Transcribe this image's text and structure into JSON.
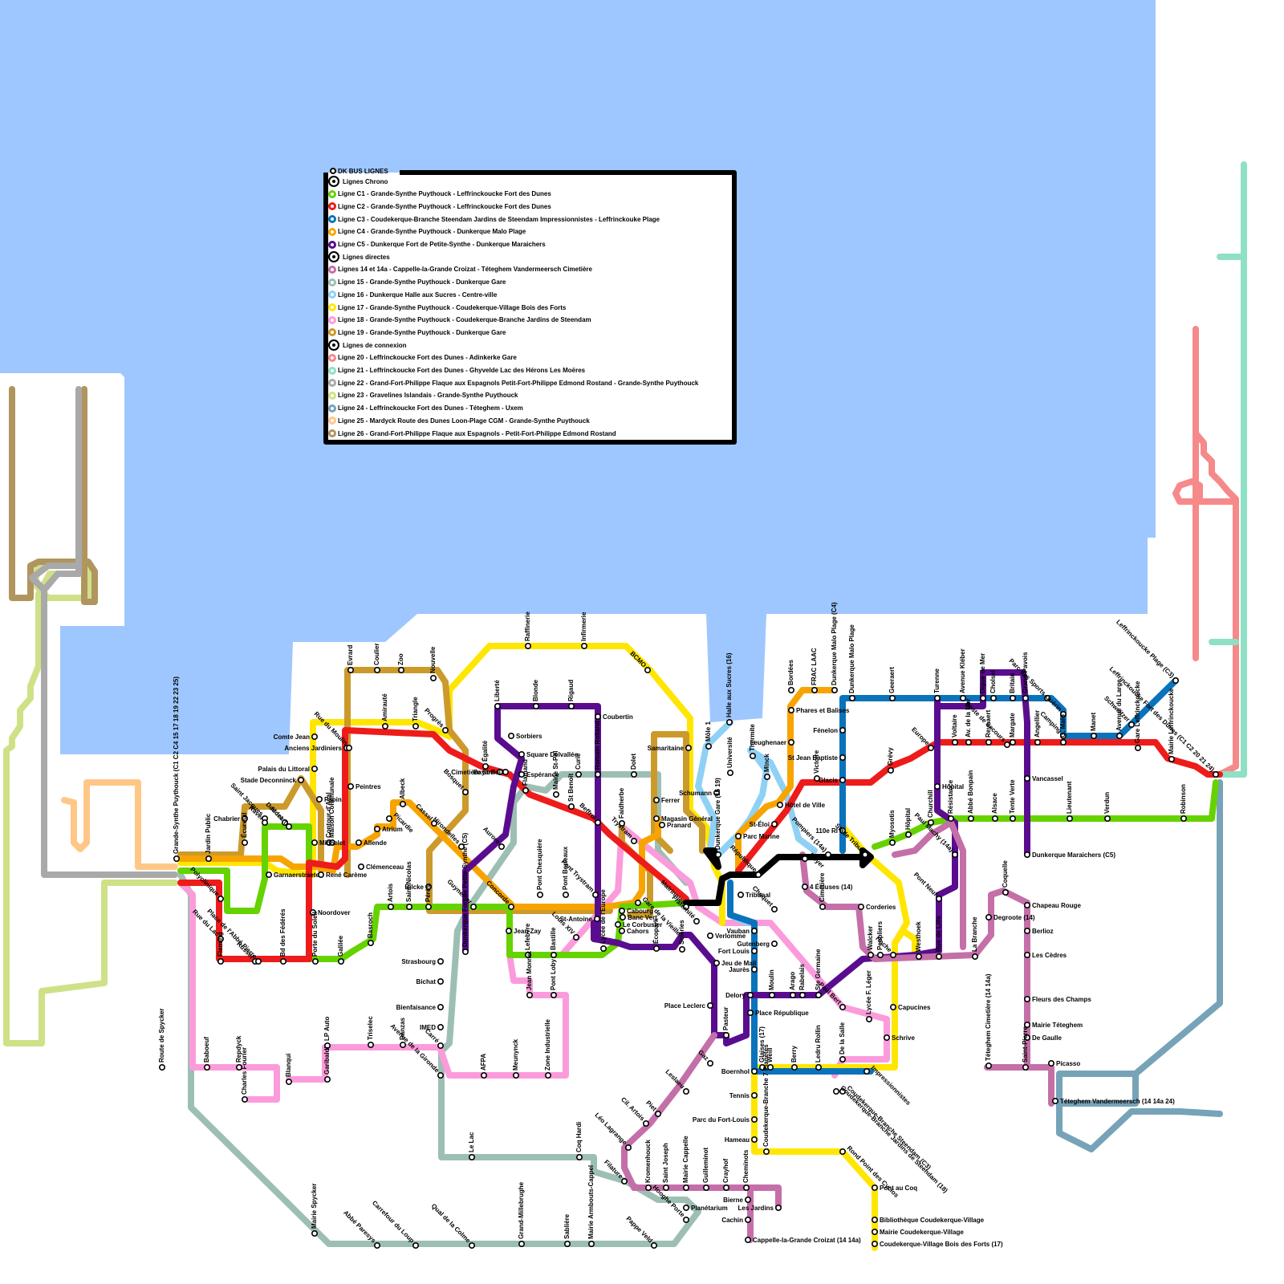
{
  "colors": {
    "sea": "#9ec7ff",
    "land": "#ffffff",
    "c1": "#66d200",
    "c2": "#ee1b1b",
    "c3": "#0a73bb",
    "c4": "#f7a400",
    "c5": "#5a0c8e",
    "l14": "#c46fa8",
    "l15": "#9dbfb3",
    "l16": "#8fd1f5",
    "l17": "#ffe600",
    "l18": "#fb9bdc",
    "l19": "#cc9a2b",
    "l20": "#f6898a",
    "l21": "#8fe0c4",
    "l22": "#a9a9a9",
    "l23": "#cfe187",
    "l24": "#76a3b8",
    "l25": "#ffc787",
    "l26": "#b0955f",
    "connector": "#000000"
  },
  "legend": {
    "title": "DK BUS LIGNES",
    "items": [
      {
        "label": "Lignes Chrono",
        "color": "#000000",
        "head": true
      },
      {
        "label": "Ligne C1 - Grande-Synthe Puythouck - Leffrinckoucke Fort des Dunes",
        "color": "#66d200"
      },
      {
        "label": "Ligne C2 - Grande-Synthe Puythouck - Leffrinckoucke Fort des Dunes",
        "color": "#ee1b1b"
      },
      {
        "label": "Ligne C3 - Coudekerque-Branche Steendam Jardins de Steendam Impressionnistes - Leffrinckouke Plage",
        "color": "#0a73bb"
      },
      {
        "label": "Ligne C4 - Grande-Synthe Puythouck - Dunkerque Malo Plage",
        "color": "#f7a400"
      },
      {
        "label": "Ligne C5 - Dunkerque Fort de Petite-Synthe - Dunkerque Maraichers",
        "color": "#5a0c8e"
      },
      {
        "label": "Lignes directes",
        "color": "#000000",
        "head": true
      },
      {
        "label": "Lignes 14 et 14a - Cappelle-la-Grande Croizat - Téteghem Vandermeersch Cimetière",
        "color": "#c46fa8"
      },
      {
        "label": "Ligne 15 - Grande-Synthe Puythouck - Dunkerque Gare",
        "color": "#9dbfb3"
      },
      {
        "label": "Ligne 16 - Dunkerque Halle aux Sucres - Centre-ville",
        "color": "#8fd1f5"
      },
      {
        "label": "Ligne 17 - Grande-Synthe Puythouck - Coudekerque-Village Bois des Forts",
        "color": "#ffe600"
      },
      {
        "label": "Ligne 18 - Grande-Synthe Puythouck - Coudekerque-Branche Jardins de Steendam",
        "color": "#fb9bdc"
      },
      {
        "label": "Ligne 19 - Grande-Synthe Puythouck - Dunkerque Gare",
        "color": "#cc9a2b"
      },
      {
        "label": "Lignes de connexion",
        "color": "#000000",
        "head": true
      },
      {
        "label": "Ligne 20 - Leffrinckoucke Fort des Dunes - Adinkerke Gare",
        "color": "#f6898a"
      },
      {
        "label": "Ligne 21 - Leffrinckoucke Fort des Dunes - Ghyvelde Lac des Hérons Les Moëres",
        "color": "#8fe0c4"
      },
      {
        "label": "Ligne 22 - Grand-Fort-Philippe Flaque aux Espagnols Petit-Fort-Philippe Edmond Rostand - Grande-Synthe Puythouck",
        "color": "#a9a9a9"
      },
      {
        "label": "Ligne 23 - Gravelines Islandais - Grande-Synthe Puythouck",
        "color": "#cfe187"
      },
      {
        "label": "Ligne 24 - Leffrinckoucke Fort des Dunes - Téteghem - Uxem",
        "color": "#76a3b8"
      },
      {
        "label": "Ligne 25 - Mardyck Route des Dunes Loon-Plage CGM - Grande-Synthe Puythouck",
        "color": "#ffc787"
      },
      {
        "label": "Ligne 26 - Grand-Fort-Philippe Flaque aux Espagnols - Petit-Fort-Philippe Edmond Rostand",
        "color": "#b0955f"
      }
    ]
  },
  "stops": [
    {
      "name": "Grande-Synthe Puythouck (C1 C2 C4 15 17 18 19 22 23 25)",
      "rot": true
    },
    {
      "name": "Jardin Public",
      "rot": true
    },
    {
      "name": "Écureuil",
      "rot": true
    },
    {
      "name": "Chabrier"
    },
    {
      "name": "Saint Jacques"
    },
    {
      "name": "Ravel"
    },
    {
      "name": "Daudet"
    },
    {
      "name": "Mozart"
    },
    {
      "name": "Stade Deconninck"
    },
    {
      "name": "Palais du Littoral"
    },
    {
      "name": "Anciens Jardiniers"
    },
    {
      "name": "Comte Jean"
    },
    {
      "name": "Contour d'Aval",
      "rot": true
    },
    {
      "name": "Papin"
    },
    {
      "name": "Michelet"
    },
    {
      "name": "Maison Communale",
      "rot": true
    },
    {
      "name": "René Carème"
    },
    {
      "name": "Garnaerstraete"
    },
    {
      "name": "Noordover"
    },
    {
      "name": "Polyclinique"
    },
    {
      "name": "Rue du Lac"
    },
    {
      "name": "Fleming",
      "rot": true
    },
    {
      "name": "Russel"
    },
    {
      "name": "Place de l'Abbé Pierre"
    },
    {
      "name": "Bd des Fédérés",
      "rot": true
    },
    {
      "name": "Porte du Soleil",
      "rot": true
    },
    {
      "name": "Galilée",
      "rot": true
    },
    {
      "name": "Basroch",
      "rot": true
    },
    {
      "name": "Evrard",
      "rot": true
    },
    {
      "name": "Coulier",
      "rot": true
    },
    {
      "name": "Zoo",
      "rot": true
    },
    {
      "name": "Nouvelle",
      "rot": true
    },
    {
      "name": "Amirauté",
      "rot": true
    },
    {
      "name": "Triangle",
      "rot": true
    },
    {
      "name": "Progrès"
    },
    {
      "name": "Rue du Moulin"
    },
    {
      "name": "Peintres"
    },
    {
      "name": "Atrium"
    },
    {
      "name": "Allende"
    },
    {
      "name": "Clémenceau"
    },
    {
      "name": "Picardie"
    },
    {
      "name": "Albeck",
      "rot": true
    },
    {
      "name": "Cassel"
    },
    {
      "name": "Bosquet"
    },
    {
      "name": "Bilcke"
    },
    {
      "name": "Artois",
      "rot": true
    },
    {
      "name": "Saint-Nicolas",
      "rot": true
    },
    {
      "name": "Pérès",
      "rot": true
    },
    {
      "name": "Strasbourg"
    },
    {
      "name": "Bichat"
    },
    {
      "name": "Bienfaisance"
    },
    {
      "name": "IMED"
    },
    {
      "name": "Carré"
    },
    {
      "name": "Avenue de la Gironde"
    },
    {
      "name": "Raffinerie",
      "rot": true
    },
    {
      "name": "Infirmerie",
      "rot": true
    },
    {
      "name": "BCMO"
    },
    {
      "name": "Liberté",
      "rot": true
    },
    {
      "name": "Blonde",
      "rot": true
    },
    {
      "name": "Rigaud",
      "rot": true
    },
    {
      "name": "Coubertin"
    },
    {
      "name": "Sorbiers"
    },
    {
      "name": "Square Delvallée"
    },
    {
      "name": "Égalité",
      "rot": true
    },
    {
      "name": "Bayard"
    },
    {
      "name": "Cimetière St-Pol"
    },
    {
      "name": "Espérance"
    },
    {
      "name": "Flamand",
      "rot": true
    },
    {
      "name": "Curie",
      "rot": true
    },
    {
      "name": "Romain Rolland",
      "rot": true
    },
    {
      "name": "Dolet",
      "rot": true
    },
    {
      "name": "Mairie St-Pol",
      "rot": true
    },
    {
      "name": "St Benoît",
      "rot": true
    },
    {
      "name": "Faidherbe",
      "rot": true
    },
    {
      "name": "Trystram"
    },
    {
      "name": "Beffroi"
    },
    {
      "name": "Hirondelles"
    },
    {
      "name": "Aurore"
    },
    {
      "name": "Guynemer"
    },
    {
      "name": "Concorde"
    },
    {
      "name": "Pont Chesquière",
      "rot": true
    },
    {
      "name": "Pont Berteaux",
      "rot": true
    },
    {
      "name": "Pont Trystram"
    },
    {
      "name": "Gare de la Vieille"
    },
    {
      "name": "Cabourg"
    },
    {
      "name": "Banc Vert"
    },
    {
      "name": "Le Corbusier"
    },
    {
      "name": "Cahors"
    },
    {
      "name": "St-Antoine"
    },
    {
      "name": "Jean Zay"
    },
    {
      "name": "Louis XIV"
    },
    {
      "name": "Lefebvre",
      "rot": true
    },
    {
      "name": "Bastille",
      "rot": true
    },
    {
      "name": "Lycée de l'Europe",
      "rot": true
    },
    {
      "name": "Écopark",
      "rot": true
    },
    {
      "name": "Sciéries",
      "rot": true
    },
    {
      "name": "Dunkerque Fort de Petite-Synthe (C5)",
      "rot": true
    },
    {
      "name": "Jean Monnet",
      "rot": true
    },
    {
      "name": "Pont Loby",
      "rot": true
    },
    {
      "name": "AFPA",
      "rot": true
    },
    {
      "name": "Meunynck",
      "rot": true
    },
    {
      "name": "Zone Industrielle",
      "rot": true
    },
    {
      "name": "Samaritaine"
    },
    {
      "name": "Ferrer"
    },
    {
      "name": "Magasin Général"
    },
    {
      "name": "Pranard"
    },
    {
      "name": "Schumann"
    },
    {
      "name": "Môle 1",
      "rot": true
    },
    {
      "name": "Halle aux Sucres (16)",
      "rot": true
    },
    {
      "name": "Université",
      "rot": true
    },
    {
      "name": "Thermite",
      "rot": true
    },
    {
      "name": "Minck",
      "rot": true
    },
    {
      "name": "Hôtel de Ville"
    },
    {
      "name": "St-Éloi"
    },
    {
      "name": "Parc Marine"
    },
    {
      "name": "Dunkerque Gare (15 19)",
      "rot": true
    },
    {
      "name": "République"
    },
    {
      "name": "Tribunal"
    },
    {
      "name": "Vauban"
    },
    {
      "name": "Verlomme"
    },
    {
      "name": "Fort Louis"
    },
    {
      "name": "Jeu de Mail"
    },
    {
      "name": "Jaurès"
    },
    {
      "name": "Gutenberg"
    },
    {
      "name": "Choquet"
    },
    {
      "name": "Bordées",
      "rot": true
    },
    {
      "name": "FRAC LAAC",
      "rot": true
    },
    {
      "name": "Dunkerque Malo Plage (C4)",
      "rot": true
    },
    {
      "name": "Dunkerque Malo Plage",
      "rot": true
    },
    {
      "name": "Phares et Balises"
    },
    {
      "name": "Leughenaer"
    },
    {
      "name": "Fénelon"
    },
    {
      "name": "St Jean Baptiste"
    },
    {
      "name": "Glacis"
    },
    {
      "name": "Victoire",
      "rot": true
    },
    {
      "name": "110e RI"
    },
    {
      "name": "Pompiers (14a)"
    },
    {
      "name": "Royer"
    },
    {
      "name": "4 Écluses (14)"
    },
    {
      "name": "Cimetière",
      "rot": true
    },
    {
      "name": "Corderies"
    },
    {
      "name": "Stade Tribut"
    },
    {
      "name": "Geeraert",
      "rot": true
    },
    {
      "name": "Grévy",
      "rot": true
    },
    {
      "name": "Myosotis",
      "rot": true
    },
    {
      "name": "Hôpital",
      "rot": true
    },
    {
      "name": "Turenne",
      "rot": true
    },
    {
      "name": "Avenue Kléber",
      "rot": true
    },
    {
      "name": "Digue de Mer",
      "rot": true
    },
    {
      "name": "Cholsel",
      "rot": true
    },
    {
      "name": "Britain",
      "rot": true
    },
    {
      "name": "Grand Pavois",
      "rot": true
    },
    {
      "name": "Parc des Sports"
    },
    {
      "name": "Guérin"
    },
    {
      "name": "Camping"
    },
    {
      "name": "Europe"
    },
    {
      "name": "Poste de Secours"
    },
    {
      "name": "Voltaire",
      "rot": true
    },
    {
      "name": "Av. de la Mer",
      "rot": true
    },
    {
      "name": "Reynaert",
      "rot": true
    },
    {
      "name": "Margate",
      "rot": true
    },
    {
      "name": "Angellier",
      "rot": true
    },
    {
      "name": "G. Malo",
      "rot": true
    },
    {
      "name": "Manet",
      "rot": true
    },
    {
      "name": "Avenue du Large",
      "rot": true
    },
    {
      "name": "Schweitzer"
    },
    {
      "name": "Gare Leffrinckoucke",
      "rot": true
    },
    {
      "name": "Mairie Leffrinckoucke",
      "rot": true
    },
    {
      "name": "Leffrinckoucke Plage (C3)"
    },
    {
      "name": "Leffrinckoucke Fort des Dunes (C1 C2 20 21 24)"
    },
    {
      "name": "Hôpital"
    },
    {
      "name": "Churchill",
      "rot": true
    },
    {
      "name": "Résistance",
      "rot": true
    },
    {
      "name": "Abbé Bonpain",
      "rot": true
    },
    {
      "name": "Alsace",
      "rot": true
    },
    {
      "name": "Tente Verte",
      "rot": true
    },
    {
      "name": "Vancassel"
    },
    {
      "name": "Lieutenant",
      "rot": true
    },
    {
      "name": "Verdun",
      "rot": true
    },
    {
      "name": "Robinson",
      "rot": true
    },
    {
      "name": "Dunkerque Maraichers (C5)"
    },
    {
      "name": "Paul Machy (14a)"
    },
    {
      "name": "Pont Neuf"
    },
    {
      "name": "Coquelle",
      "rot": true
    },
    {
      "name": "Degroote (14)"
    },
    {
      "name": "Chapeau Rouge"
    },
    {
      "name": "Berlioz"
    },
    {
      "name": "Les Cèdres"
    },
    {
      "name": "Fleurs des Champs"
    },
    {
      "name": "Mairie Téteghem"
    },
    {
      "name": "De Gaulle"
    },
    {
      "name": "Picasso"
    },
    {
      "name": "Téteghem Vandermeersch (14 14a 24)"
    },
    {
      "name": "Téteghem Cimetière (14 14a)",
      "rot": true
    },
    {
      "name": "Saint-Pierre",
      "rot": true
    },
    {
      "name": "La Branche",
      "rot": true
    },
    {
      "name": "Rue de Lille",
      "rot": true
    },
    {
      "name": "Westhoek",
      "rot": true
    },
    {
      "name": "Hoche"
    },
    {
      "name": "Walcker",
      "rot": true
    },
    {
      "name": "Peupliers",
      "rot": true
    },
    {
      "name": "Lycée F. Léger",
      "rot": true
    },
    {
      "name": "Paul Bert"
    },
    {
      "name": "Ste Germaine",
      "rot": true
    },
    {
      "name": "Rabelais",
      "rot": true
    },
    {
      "name": "Arago",
      "rot": true
    },
    {
      "name": "Moulin",
      "rot": true
    },
    {
      "name": "Delory"
    },
    {
      "name": "Place République"
    },
    {
      "name": "Capucines"
    },
    {
      "name": "Schrive"
    },
    {
      "name": "De la Salle",
      "rot": true
    },
    {
      "name": "Ledru Rollin",
      "rot": true
    },
    {
      "name": "Berry",
      "rot": true
    },
    {
      "name": "Weill",
      "rot": true
    },
    {
      "name": "Glaises (17)",
      "rot": true
    },
    {
      "name": "Boernhol"
    },
    {
      "name": "Impressionnistes"
    },
    {
      "name": "Coudekerque-Branche Steendam (C3)"
    },
    {
      "name": "Coudekerque-Branche Jardins de Steendam (18)"
    },
    {
      "name": "Rond Point des Cyclos"
    },
    {
      "name": "Pont au Coq"
    },
    {
      "name": "Bibliothèque Coudekerque-Village"
    },
    {
      "name": "Mairie Coudekerque-Village"
    },
    {
      "name": "Coudekerque-Village Bois des Forts (17)"
    },
    {
      "name": "Tennis"
    },
    {
      "name": "Parc du Fort-Louis"
    },
    {
      "name": "Hameau"
    },
    {
      "name": "Coudekerque-Branche 7 Planètes",
      "rot": true
    },
    {
      "name": "Pasteur",
      "rot": true
    },
    {
      "name": "Place Leclerc"
    },
    {
      "name": "Malrinnier"
    },
    {
      "name": "Fraternité"
    },
    {
      "name": "Gaz"
    },
    {
      "name": "Leslaeu"
    },
    {
      "name": "Piet"
    },
    {
      "name": "Cil. Artois"
    },
    {
      "name": "Léo Lagrange"
    },
    {
      "name": "Filature"
    },
    {
      "name": "Kromenhouck",
      "rot": true
    },
    {
      "name": "Saint Joseph",
      "rot": true
    },
    {
      "name": "Mairie Cappelle",
      "rot": true
    },
    {
      "name": "Guilleminot",
      "rot": true
    },
    {
      "name": "Crayhof",
      "rot": true
    },
    {
      "name": "Cheminots",
      "rot": true
    },
    {
      "name": "Planétarium"
    },
    {
      "name": "Bierne"
    },
    {
      "name": "Les Jardins"
    },
    {
      "name": "Cachin"
    },
    {
      "name": "Cappelle-la-Grande Croizat (14 14a)"
    },
    {
      "name": "Hooghe Porte"
    },
    {
      "name": "Pappe Veld"
    },
    {
      "name": "Mairie Armbouts-Cappel",
      "rot": true
    },
    {
      "name": "Coq Hardi",
      "rot": true
    },
    {
      "name": "Sablière",
      "rot": true
    },
    {
      "name": "Grand-Millebrughe",
      "rot": true
    },
    {
      "name": "Le Lac",
      "rot": true
    },
    {
      "name": "Qual de la Colme"
    },
    {
      "name": "Carrefour du Loup"
    },
    {
      "name": "Abbé Paresys"
    },
    {
      "name": "Mairie Spycker",
      "rot": true
    },
    {
      "name": "Route de Spycker",
      "rot": true
    },
    {
      "name": "Baboeuf",
      "rot": true
    },
    {
      "name": "Repdyck",
      "rot": true
    },
    {
      "name": "Charles Fourier",
      "rot": true
    },
    {
      "name": "Blanqui",
      "rot": true
    },
    {
      "name": "Garibaldi",
      "rot": true
    },
    {
      "name": "LP Auto",
      "rot": true
    },
    {
      "name": "Triselec",
      "rot": true
    },
    {
      "name": "Danzas",
      "rot": true
    }
  ]
}
